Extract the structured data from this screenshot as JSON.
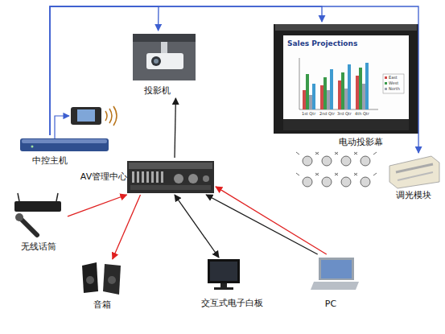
{
  "diagram": {
    "nodes": [
      {
        "text": [
          "投影机"
        ]
      },
      {
        "text": [
          "电动投影幕"
        ]
      },
      {
        "text": [
          "中控主机"
        ]
      },
      {
        "text": [
          "AV管理中心"
        ]
      },
      {
        "text": [
          "调光模块"
        ]
      },
      {
        "text": [
          "无线话筒"
        ]
      },
      {
        "text": [
          "音箱"
        ]
      },
      {
        "text": [
          "交互式电子白板"
        ]
      },
      {
        "text": [
          "PC"
        ]
      }
    ],
    "edges": [
      {
        "from": 2,
        "to": 0,
        "arrow": "to"
      },
      {
        "from": 2,
        "to": 1,
        "arrow": "to"
      },
      {
        "from": 2,
        "to": 4,
        "arrow": "to"
      },
      {
        "from": 3,
        "to": 0,
        "arrow": "to"
      },
      {
        "from": 5,
        "to": 3,
        "arrow": "to"
      },
      {
        "from": 3,
        "to": 6,
        "arrow": "to"
      },
      {
        "from": 3,
        "to": 7,
        "arrow": "both"
      },
      {
        "from": 8,
        "to": 3,
        "arrow": "to"
      },
      {
        "from": 8,
        "to": 3,
        "arrow": "to"
      }
    ],
    "labels": [
      "Sales Projections",
      "1st Qtr",
      "2nd Qtr",
      "3rd Qtr",
      "4th Qtr",
      "East",
      "West",
      "North"
    ]
  }
}
